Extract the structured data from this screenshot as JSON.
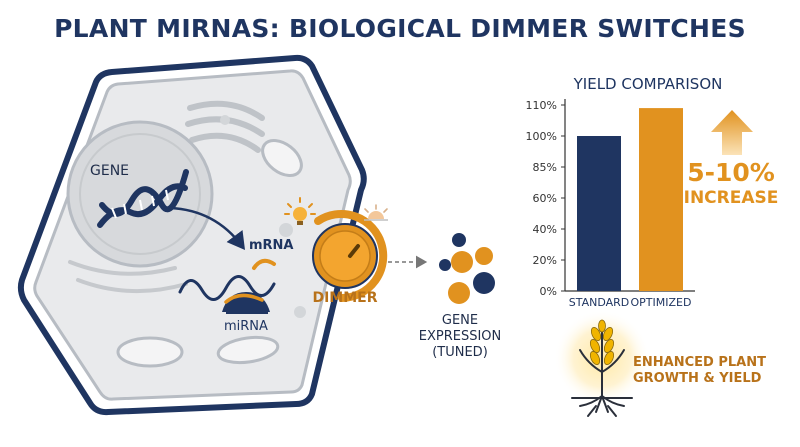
{
  "title": "PLANT MIRNAS: BIOLOGICAL DIMMER SWITCHES",
  "cell": {
    "gene_label": "GENE",
    "mrna_label": "mRNA",
    "mirna_label": "miRNA"
  },
  "dimmer": {
    "label": "DIMMER",
    "icons": [
      "bright-bulb-icon",
      "dim-sun-icon"
    ]
  },
  "expression": {
    "label": "GENE EXPRESSION (TUNED)"
  },
  "increase": {
    "value": "5-10%",
    "label": "INCREASE",
    "icon": "up-arrow-icon"
  },
  "growth": {
    "label": "ENHANCED PLANT GROWTH & YIELD",
    "icon": "wheat-plant-icon"
  },
  "colors": {
    "navy": "#1f3561",
    "orange": "#e1921f",
    "gold": "#f0b400"
  },
  "chart_data": {
    "type": "bar",
    "title": "YIELD COMPARISON",
    "categories": [
      "STANDARD",
      "OPTIMIZED"
    ],
    "values": [
      100,
      109
    ],
    "ylim": [
      0,
      110
    ],
    "yticks": [
      0,
      20,
      40,
      60,
      85,
      100,
      110
    ],
    "ytick_labels": [
      "0%",
      "20%",
      "40%",
      "60%",
      "85%",
      "100%",
      "110%"
    ],
    "bar_colors": [
      "#1f3561",
      "#e1921f"
    ],
    "grid": false
  }
}
